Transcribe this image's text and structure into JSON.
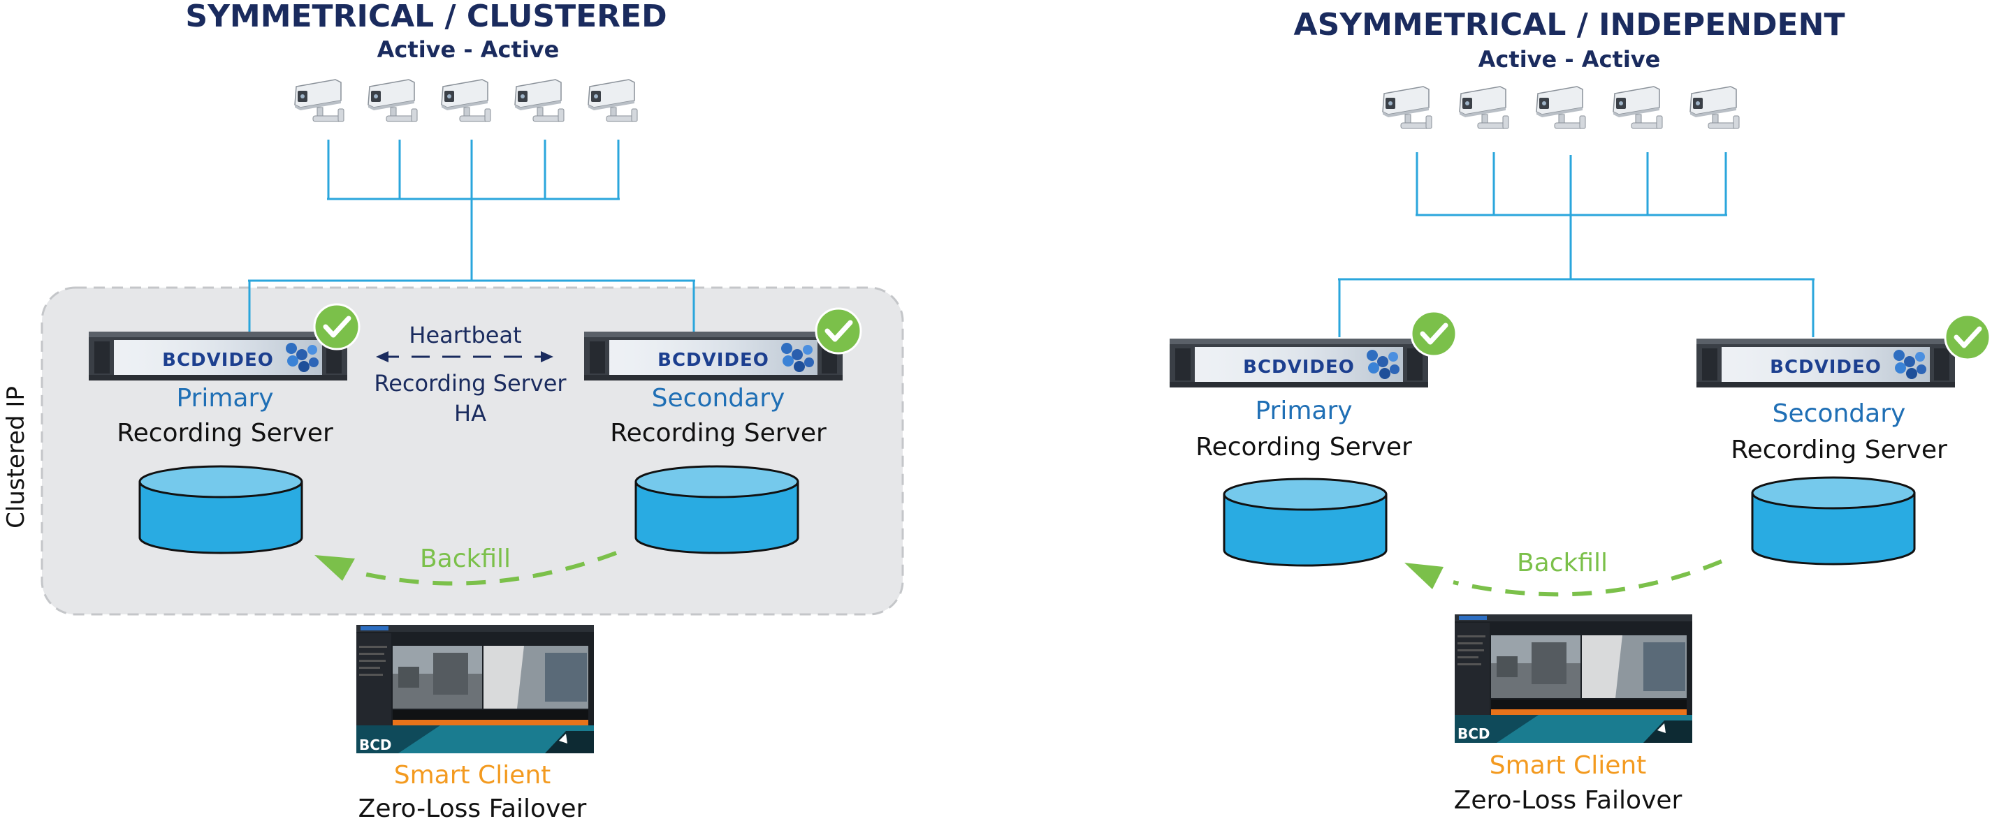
{
  "left_panel": {
    "title": "SYMMETRICAL / CLUSTERED",
    "subtitle": "Active - Active",
    "cluster_label": "Clustered IP",
    "primary": {
      "role": "Primary",
      "label": "Recording Server",
      "brand": "BCDVIDEO"
    },
    "secondary": {
      "role": "Secondary",
      "label": "Recording Server",
      "brand": "BCDVIDEO"
    },
    "heartbeat": {
      "line1": "Heartbeat",
      "line2": "Recording Server",
      "line3": "HA"
    },
    "backfill": "Backfill",
    "client": {
      "brand": "BCD",
      "title": "Smart Client",
      "subtitle": "Zero-Loss Failover"
    }
  },
  "right_panel": {
    "title": "ASYMMETRICAL / INDEPENDENT",
    "subtitle": "Active - Active",
    "primary": {
      "role": "Primary",
      "label": "Recording Server",
      "brand": "BCDVIDEO"
    },
    "secondary": {
      "role": "Secondary",
      "label": "Recording Server",
      "brand": "BCDVIDEO"
    },
    "backfill": "Backfill",
    "client": {
      "brand": "BCD",
      "title": "Smart Client",
      "subtitle": "Zero-Loss Failover"
    }
  },
  "colors": {
    "title": "#1a2b5e",
    "role": "#1f6fb5",
    "backfill": "#7bc04a",
    "smart_client": "#f39a1f",
    "wire": "#2aa6dc",
    "check": "#7bc04a",
    "cluster_bg": "#e6e7e9"
  },
  "icons": [
    "camera-icon",
    "server-icon",
    "check-icon",
    "database-icon",
    "monitor-screenshot-icon"
  ]
}
